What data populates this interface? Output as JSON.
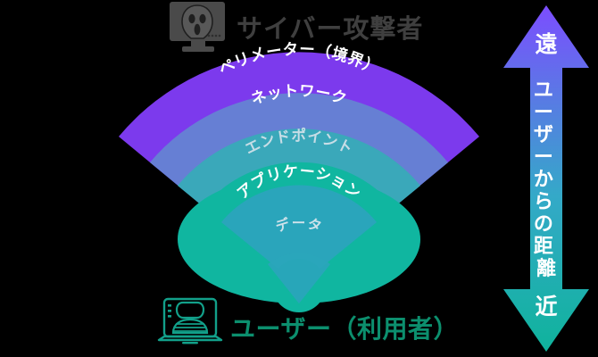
{
  "diagram": {
    "title_top": "サイバー攻撃者",
    "title_bottom": "ユーザー（利用者）",
    "attacker_icon": "hacker-monitor-icon",
    "user_icon": "user-laptop-icon",
    "layers": [
      {
        "id": "perimeter",
        "label": "ペリメーター（境界）",
        "color": "#7c3aed",
        "text_color": "#ffffff",
        "order": 1
      },
      {
        "id": "network",
        "label": "ネットワーク",
        "color": "#667fd4",
        "text_color": "#ffffff",
        "order": 2
      },
      {
        "id": "endpoint",
        "label": "エンドポイント",
        "color": "#3aa8ba",
        "text_color": "#c7dde6",
        "order": 3
      },
      {
        "id": "application",
        "label": "アプリケーション",
        "color": "#10b6a0",
        "text_color": "#ffffff",
        "order": 4
      },
      {
        "id": "data",
        "label": "データ",
        "color": "#2aa5bb",
        "text_color": "#cfe2ea",
        "order": 5
      }
    ]
  },
  "scale_arrow": {
    "name": "distance-from-user-arrow",
    "top_label": "遠",
    "bottom_label": "近",
    "axis_label": "ユーザーからの距離",
    "gradient_top": "#7c4dff",
    "gradient_bottom": "#0fb39c",
    "text_color": "#ffffff"
  },
  "colors": {
    "background": "#000000",
    "attacker_text": "#3f3f3f",
    "attacker_icon": "#4a4a4a",
    "user_text": "#0c8f6e",
    "user_icon": "#12a08a"
  }
}
